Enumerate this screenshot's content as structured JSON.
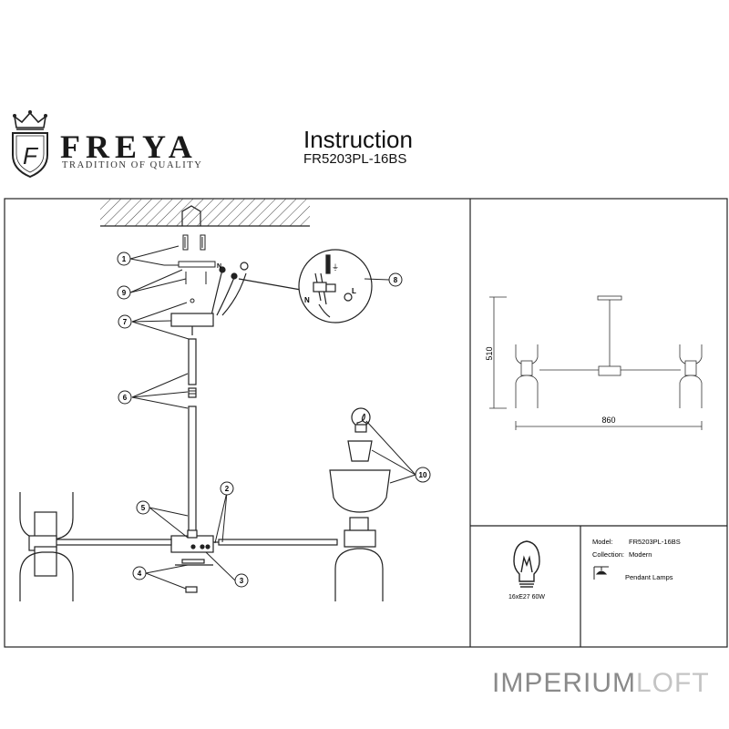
{
  "header": {
    "brand": "FREYA",
    "tagline": "TRADITION OF QUALITY",
    "title": "Instruction",
    "model_code": "FR5203PL-16BS"
  },
  "callouts": [
    "1",
    "9",
    "7",
    "6",
    "8",
    "5",
    "2",
    "4",
    "3",
    "10"
  ],
  "wiring_labels": {
    "earth": "⏚",
    "neutral": "N",
    "live": "L"
  },
  "dimensions": {
    "height": "510",
    "width": "860"
  },
  "specs": {
    "bulb": "16xE27 60W",
    "model_label": "Model:",
    "model_value": "FR5203PL-16BS",
    "collection_label": "Collection:",
    "collection_value": "Modern",
    "type_value": "Pendant Lamps"
  },
  "watermark": {
    "part1": "IMPERIUM",
    "part2": "LOFT"
  },
  "colors": {
    "line": "#222222",
    "watermark": "#8a8a8a"
  }
}
